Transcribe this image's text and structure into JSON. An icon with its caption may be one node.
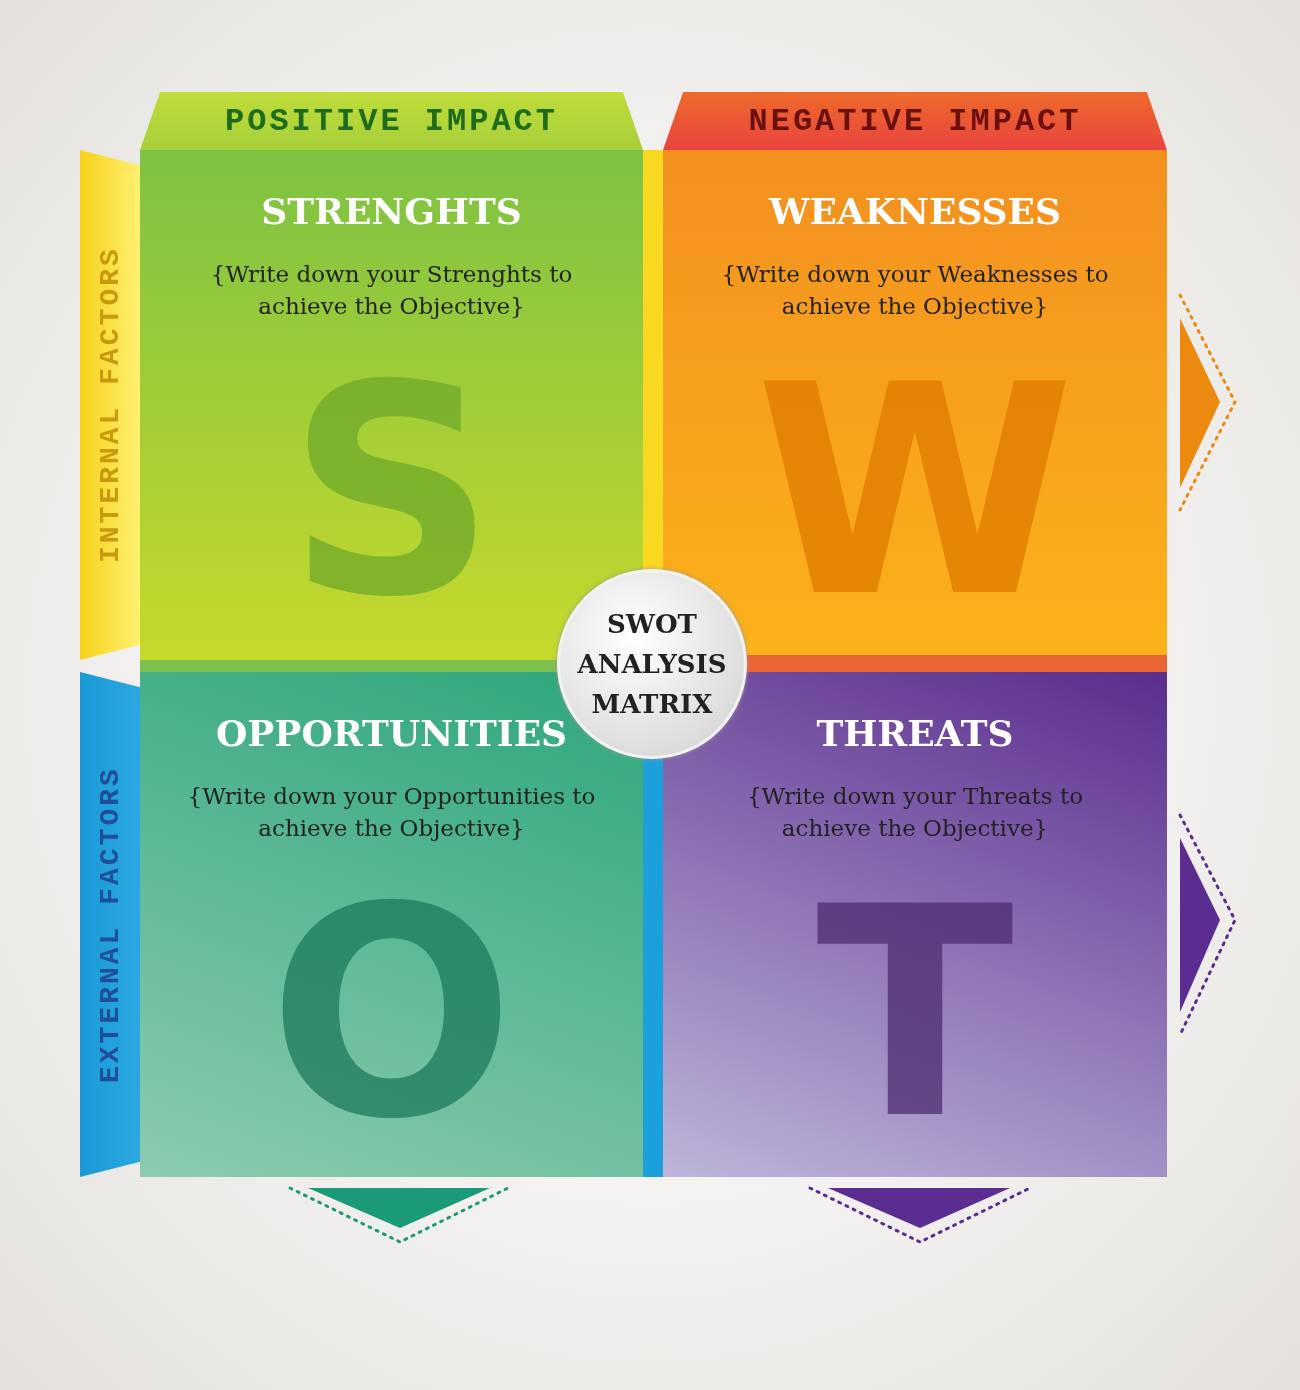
{
  "diagram": {
    "nodes": [
      {
        "text": [
          "POSITIVE IMPACT"
        ]
      },
      {
        "text": [
          "NEGATIVE IMPACT"
        ]
      },
      {
        "text": [
          "INTERNAL FACTORS"
        ]
      },
      {
        "text": [
          "STRENGHTS",
          "{Write down your Strenghts to achieve the Objective}",
          "S"
        ]
      },
      {
        "text": [
          "WEAKNESSES",
          "{Write down your Weaknesses to achieve the Objective}",
          "W"
        ]
      },
      {
        "text": [
          "EXTERNAL FACTORS"
        ]
      },
      {
        "text": [
          "OPPORTUNITIES",
          "{Write down your Opportunities to achieve the Objective}",
          "O"
        ]
      },
      {
        "text": [
          "THREATS",
          "{Write down your Threats to achieve the Objective}",
          "T"
        ]
      },
      {
        "text": [
          "SWOT ANALYSIS MATRIX"
        ]
      }
    ]
  }
}
